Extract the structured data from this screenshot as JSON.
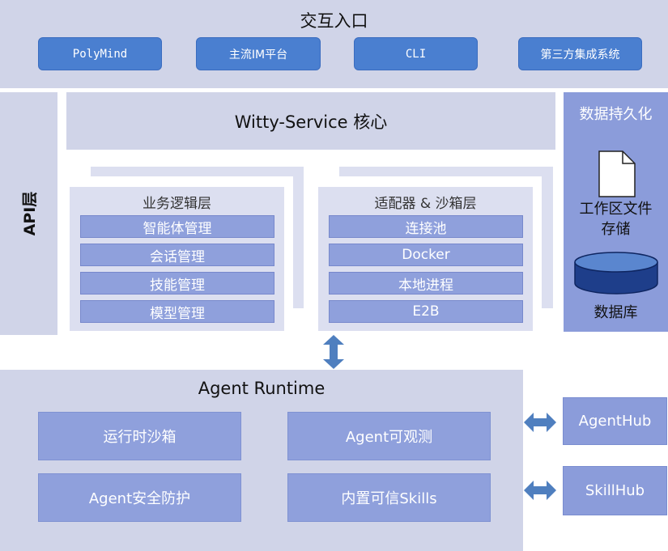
{
  "entry": {
    "title": "交互入口",
    "buttons": [
      "PolyMind",
      "主流IM平台",
      "CLI",
      "第三方集成系统"
    ]
  },
  "api": {
    "label": "API层"
  },
  "core": {
    "title": "Witty-Service 核心"
  },
  "business": {
    "title": "业务逻辑层",
    "items": [
      "智能体管理",
      "会话管理",
      "技能管理",
      "模型管理"
    ]
  },
  "adapter": {
    "title": "适配器 & 沙箱层",
    "items": [
      "连接池",
      "Docker",
      "本地进程",
      "E2B"
    ]
  },
  "persistence": {
    "title": "数据持久化",
    "file_label_line1": "工作区文件",
    "file_label_line2": "存储",
    "db_label": "数据库",
    "file_icon": "document-icon",
    "db_icon": "database-cylinder-icon"
  },
  "runtime": {
    "title": "Agent Runtime",
    "items": [
      "运行时沙箱",
      "Agent可观测",
      "Agent安全防护",
      "内置可信Skills"
    ]
  },
  "hubs": [
    "AgentHub",
    "SkillHub"
  ],
  "colors": {
    "panel": "#d0d4e8",
    "button_blue": "#4a7fd0",
    "bar_blue": "#8fa0dc",
    "persistence_blue": "#8b9cda",
    "arrow_blue": "#4f7fbf"
  }
}
